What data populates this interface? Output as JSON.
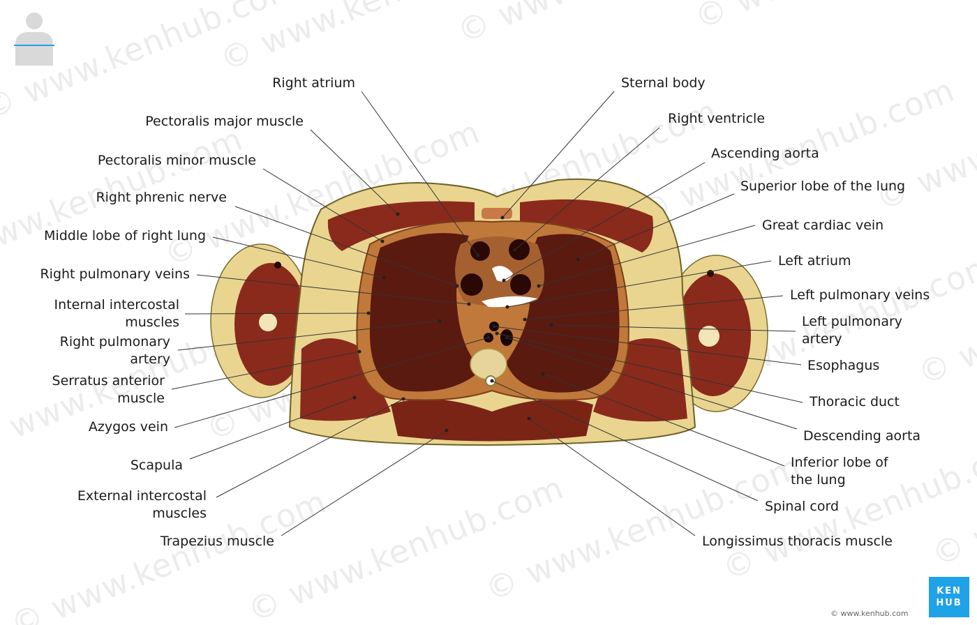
{
  "brand": {
    "logo_line1": "KEN",
    "logo_line2": "HUB",
    "url": "© www.kenhub.com",
    "accent": "#1fa2e8",
    "watermark": "© www.kenhub.com"
  },
  "icons": {
    "body_orientation": "human-torso-silhouette-icon"
  },
  "labels_left": [
    {
      "id": "right-atrium",
      "text": "Right atrium"
    },
    {
      "id": "pectoralis-major-muscle",
      "text": "Pectoralis major muscle"
    },
    {
      "id": "pectoralis-minor-muscle",
      "text": "Pectoralis minor muscle"
    },
    {
      "id": "right-phrenic-nerve",
      "text": "Right phrenic nerve"
    },
    {
      "id": "middle-lobe-of-right-lung",
      "text": "Middle lobe of right lung"
    },
    {
      "id": "right-pulmonary-veins",
      "text": "Right pulmonary veins"
    },
    {
      "id": "internal-intercostal-muscles",
      "text": "Internal intercostal",
      "text2": "muscles"
    },
    {
      "id": "right-pulmonary-artery",
      "text": "Right pulmonary",
      "text2": "artery"
    },
    {
      "id": "serratus-anterior-muscle",
      "text": "Serratus anterior",
      "text2": "muscle"
    },
    {
      "id": "azygos-vein",
      "text": "Azygos vein"
    },
    {
      "id": "scapula",
      "text": "Scapula"
    },
    {
      "id": "external-intercostal-muscles",
      "text": "External intercostal",
      "text2": "muscles"
    },
    {
      "id": "trapezius-muscle",
      "text": "Trapezius muscle"
    }
  ],
  "labels_right": [
    {
      "id": "sternal-body",
      "text": "Sternal body"
    },
    {
      "id": "right-ventricle",
      "text": "Right ventricle"
    },
    {
      "id": "ascending-aorta",
      "text": "Ascending aorta"
    },
    {
      "id": "superior-lobe-of-the-lung",
      "text": "Superior lobe of the lung"
    },
    {
      "id": "great-cardiac-vein",
      "text": "Great cardiac vein"
    },
    {
      "id": "left-atrium",
      "text": "Left atrium"
    },
    {
      "id": "left-pulmonary-veins",
      "text": "Left pulmonary veins"
    },
    {
      "id": "left-pulmonary-artery",
      "text": "Left pulmonary",
      "text2": "artery"
    },
    {
      "id": "esophagus",
      "text": "Esophagus"
    },
    {
      "id": "thoracic-duct",
      "text": "Thoracic duct"
    },
    {
      "id": "descending-aorta",
      "text": "Descending aorta"
    },
    {
      "id": "inferior-lobe-of-the-lung",
      "text": "Inferior lobe of",
      "text2": "the lung"
    },
    {
      "id": "spinal-cord",
      "text": "Spinal cord"
    },
    {
      "id": "longissimus-thoracis-muscle",
      "text": "Longissimus thoracis muscle"
    }
  ],
  "colors": {
    "skin_fat": "#ead590",
    "muscle": "#8a2a1c",
    "lung": "#5a1a10",
    "heart": "#3d0c08",
    "vertebra": "#e6d49a",
    "leader_line": "#333333"
  }
}
